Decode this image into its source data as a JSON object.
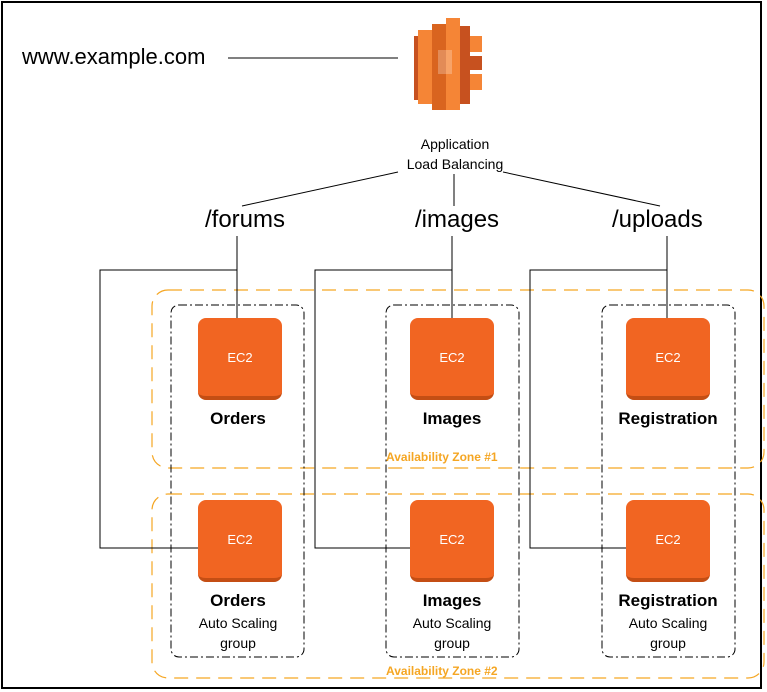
{
  "domain": "www.example.com",
  "load_balancer": {
    "line1": "Application",
    "line2": "Load Balancing",
    "icon": "aws-elb-icon"
  },
  "paths": [
    "/forums",
    "/images",
    "/uploads"
  ],
  "instance_label": "EC2",
  "zones": [
    "Availability Zone #1",
    "Availability Zone #2"
  ],
  "services": [
    "Orders",
    "Images",
    "Registration"
  ],
  "asg_line1": "Auto Scaling",
  "asg_line2": "group",
  "colors": {
    "ec2": "#f16522",
    "ec2_shadow": "#c44e14",
    "zone_border": "#f5a623",
    "elb_light": "#f58536",
    "elb_dark": "#c7511f"
  }
}
